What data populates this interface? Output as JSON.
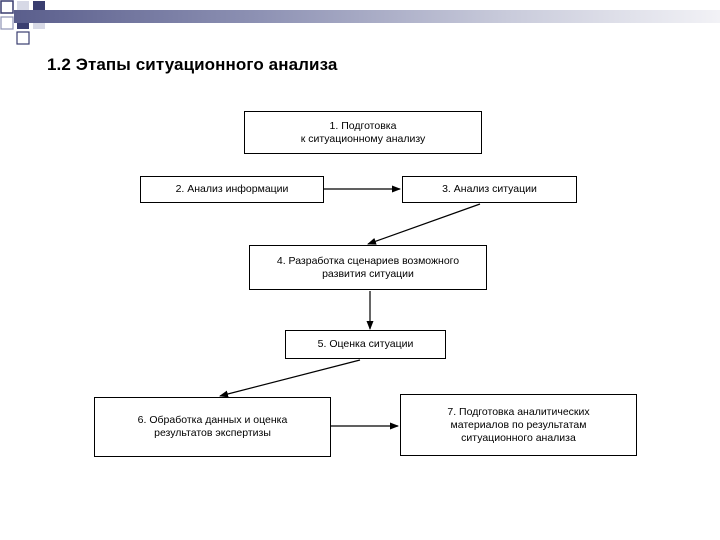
{
  "slide": {
    "title": "1.2 Этапы ситуационного анализа"
  },
  "diagram": {
    "nodes": [
      {
        "id": "1",
        "label": "1. Подготовка\nк ситуационному анализу"
      },
      {
        "id": "2",
        "label": "2. Анализ информации"
      },
      {
        "id": "3",
        "label": "3. Анализ ситуации"
      },
      {
        "id": "4",
        "label": "4. Разработка сценариев возможного\nразвития ситуации"
      },
      {
        "id": "5",
        "label": "5. Оценка ситуации"
      },
      {
        "id": "6",
        "label": "6. Обработка данных и оценка\nрезультатов экспертизы"
      },
      {
        "id": "7",
        "label": "7. Подготовка аналитических\nматериалов по результатам\nситуационного анализа"
      }
    ],
    "edges": [
      {
        "from": "2",
        "to": "3"
      },
      {
        "from": "3",
        "to": "4"
      },
      {
        "from": "4",
        "to": "5"
      },
      {
        "from": "5",
        "to": "6"
      },
      {
        "from": "6",
        "to": "7"
      }
    ]
  },
  "colors": {
    "stroke": "#000000",
    "decor_dark": "#2e3366",
    "decor_light": "#c9cbdb"
  }
}
